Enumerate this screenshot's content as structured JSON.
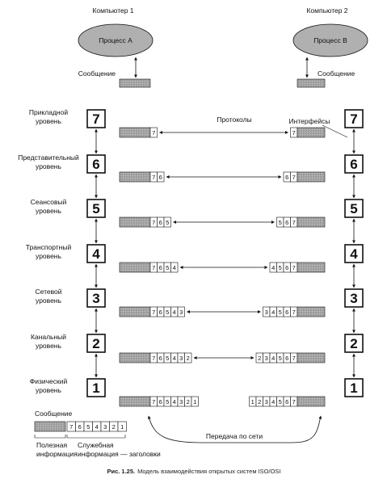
{
  "computers": {
    "left": "Компьютер 1",
    "right": "Компьютер 2"
  },
  "processes": {
    "left": "Процесс А",
    "right": "Процесс В"
  },
  "message_label": "Сообщение",
  "protocols_label": "Протоколы",
  "interfaces_label": "Интерфейсы",
  "levels": [
    {
      "num": "7",
      "name": [
        "Прикладной",
        "уровень"
      ]
    },
    {
      "num": "6",
      "name": [
        "Представительный",
        "уровень"
      ]
    },
    {
      "num": "5",
      "name": [
        "Сеансовый",
        "уровень"
      ]
    },
    {
      "num": "4",
      "name": [
        "Транспортный",
        "уровень"
      ]
    },
    {
      "num": "3",
      "name": [
        "Сетевой",
        "уровень"
      ]
    },
    {
      "num": "2",
      "name": [
        "Канальный",
        "уровень"
      ]
    },
    {
      "num": "1",
      "name": [
        "Физический",
        "уровень"
      ]
    }
  ],
  "packets": [
    {
      "left": [
        "7"
      ],
      "right": [
        "7"
      ]
    },
    {
      "left": [
        "7",
        "6"
      ],
      "right": [
        "6",
        "7"
      ]
    },
    {
      "left": [
        "7",
        "6",
        "5"
      ],
      "right": [
        "5",
        "6",
        "7"
      ]
    },
    {
      "left": [
        "7",
        "6",
        "5",
        "4"
      ],
      "right": [
        "4",
        "5",
        "6",
        "7"
      ]
    },
    {
      "left": [
        "7",
        "6",
        "5",
        "4",
        "3"
      ],
      "right": [
        "3",
        "4",
        "5",
        "6",
        "7"
      ]
    },
    {
      "left": [
        "7",
        "6",
        "5",
        "4",
        "3",
        "2"
      ],
      "right": [
        "2",
        "3",
        "4",
        "5",
        "6",
        "7"
      ]
    },
    {
      "left": [
        "7",
        "6",
        "5",
        "4",
        "3",
        "2",
        "1"
      ],
      "right": [
        "1",
        "2",
        "3",
        "4",
        "5",
        "6",
        "7"
      ]
    }
  ],
  "network_label": "Передача по сети",
  "legend": {
    "message": "Сообщение",
    "headers": [
      "7",
      "6",
      "5",
      "4",
      "3",
      "2",
      "1"
    ],
    "payload": [
      "Полезная",
      "информация"
    ],
    "service": [
      "Служебная",
      "информация — заголовки"
    ]
  },
  "caption": {
    "prefix": "Рис. 1.25.",
    "text": "Модель взаимодействия открытых систем ISO/OSI"
  },
  "colors": {
    "ink": "#111111",
    "payload_fill": "#a8a8a8",
    "ellipse_fill": "#b0b0b0",
    "paper": "#ffffff"
  }
}
